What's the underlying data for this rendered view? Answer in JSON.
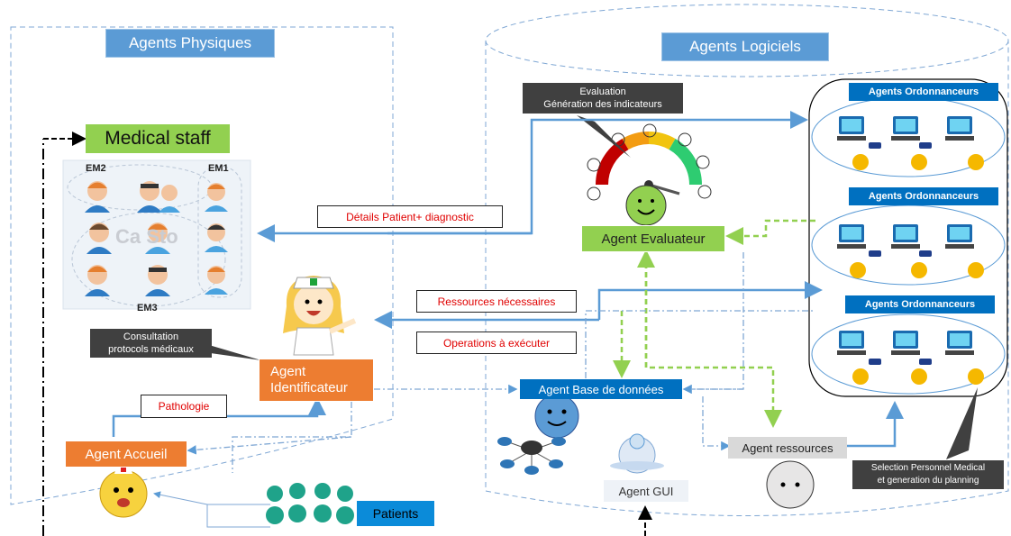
{
  "physical": {
    "title": "Agents Physiques",
    "medical_staff": "Medical staff",
    "watermark": "Ca Sto",
    "groups": [
      "EM2",
      "EM1",
      "EM3"
    ]
  },
  "software": {
    "title": "Agents Logiciels"
  },
  "agents": {
    "evaluateur": "Agent Evaluateur",
    "identificateur_l1": "Agent",
    "identificateur_l2": "Identificateur",
    "accueil": "Agent Accueil",
    "base": "Agent Base de données",
    "ressources": "Agent ressources",
    "gui": "Agent GUI",
    "ordonnanceurs": [
      "Agents Ordonnanceurs",
      "Agents Ordonnanceurs",
      "Agents Ordonnanceurs"
    ]
  },
  "callouts": {
    "evaluation_l1": "Evaluation",
    "evaluation_l2": "Génération des indicateurs",
    "consultation_l1": "Consultation",
    "consultation_l2": "protocols médicaux",
    "selection_l1": "Selection Personnel Medical",
    "selection_l2": "et generation du planning"
  },
  "flows": {
    "details": "Détails Patient+ diagnostic",
    "ressources": "Ressources nécessaires",
    "operations": "Operations à exécuter",
    "pathologie": "Pathologie"
  },
  "patients_label": "Patients",
  "icons": [
    "nurse-icon",
    "computer-icon",
    "police-icon",
    "smiley-icon",
    "gauge-icon",
    "globe-icon",
    "database-network-icon"
  ],
  "colors": {
    "title_blue": "#5b9bd5",
    "orange": "#ed7d31",
    "green": "#92d050",
    "blue": "#0070c0",
    "arrow": "#5b9bd5"
  }
}
